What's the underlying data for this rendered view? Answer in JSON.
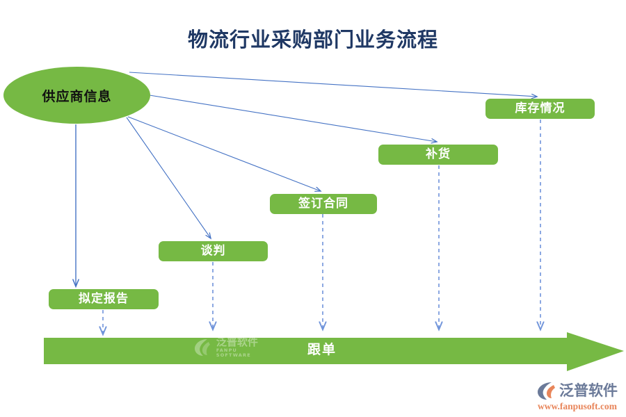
{
  "page": {
    "title": "物流行业采购部门业务流程",
    "title_color": "#1f3864",
    "background": "#ffffff"
  },
  "palette": {
    "node_green": "#76b944",
    "arrow_blue": "#4472c4",
    "node_text_white": "#ffffff",
    "node_text_dark": "#111111",
    "logo_slate": "#6b7a99",
    "logo_orange": "#e8855a"
  },
  "nodes": {
    "source": {
      "label": "供应商信息",
      "shape": "ellipse"
    },
    "inventory": {
      "label": "库存情况",
      "shape": "rounded-rect"
    },
    "replenish": {
      "label": "补货",
      "shape": "rounded-rect"
    },
    "contract": {
      "label": "签订合同",
      "shape": "rounded-rect"
    },
    "negotiate": {
      "label": "谈判",
      "shape": "rounded-rect"
    },
    "report": {
      "label": "拟定报告",
      "shape": "rounded-rect"
    }
  },
  "flow_arrow": {
    "label": "跟单",
    "direction": "right"
  },
  "edges": [
    {
      "from": "供应商信息",
      "to": "库存情况",
      "style": "solid"
    },
    {
      "from": "供应商信息",
      "to": "补货",
      "style": "solid"
    },
    {
      "from": "供应商信息",
      "to": "签订合同",
      "style": "solid"
    },
    {
      "from": "供应商信息",
      "to": "谈判",
      "style": "solid"
    },
    {
      "from": "供应商信息",
      "to": "拟定报告",
      "style": "solid"
    },
    {
      "from": "库存情况",
      "to": "跟单",
      "style": "dashed"
    },
    {
      "from": "补货",
      "to": "跟单",
      "style": "dashed"
    },
    {
      "from": "签订合同",
      "to": "跟单",
      "style": "dashed"
    },
    {
      "from": "谈判",
      "to": "跟单",
      "style": "dashed"
    },
    {
      "from": "拟定报告",
      "to": "跟单",
      "style": "dashed"
    }
  ],
  "watermark": {
    "cn": "泛普软件",
    "en": "FANPU SOFTWARE"
  },
  "logo": {
    "cn": "泛普软件",
    "url": "www.fanpusoft.com"
  }
}
